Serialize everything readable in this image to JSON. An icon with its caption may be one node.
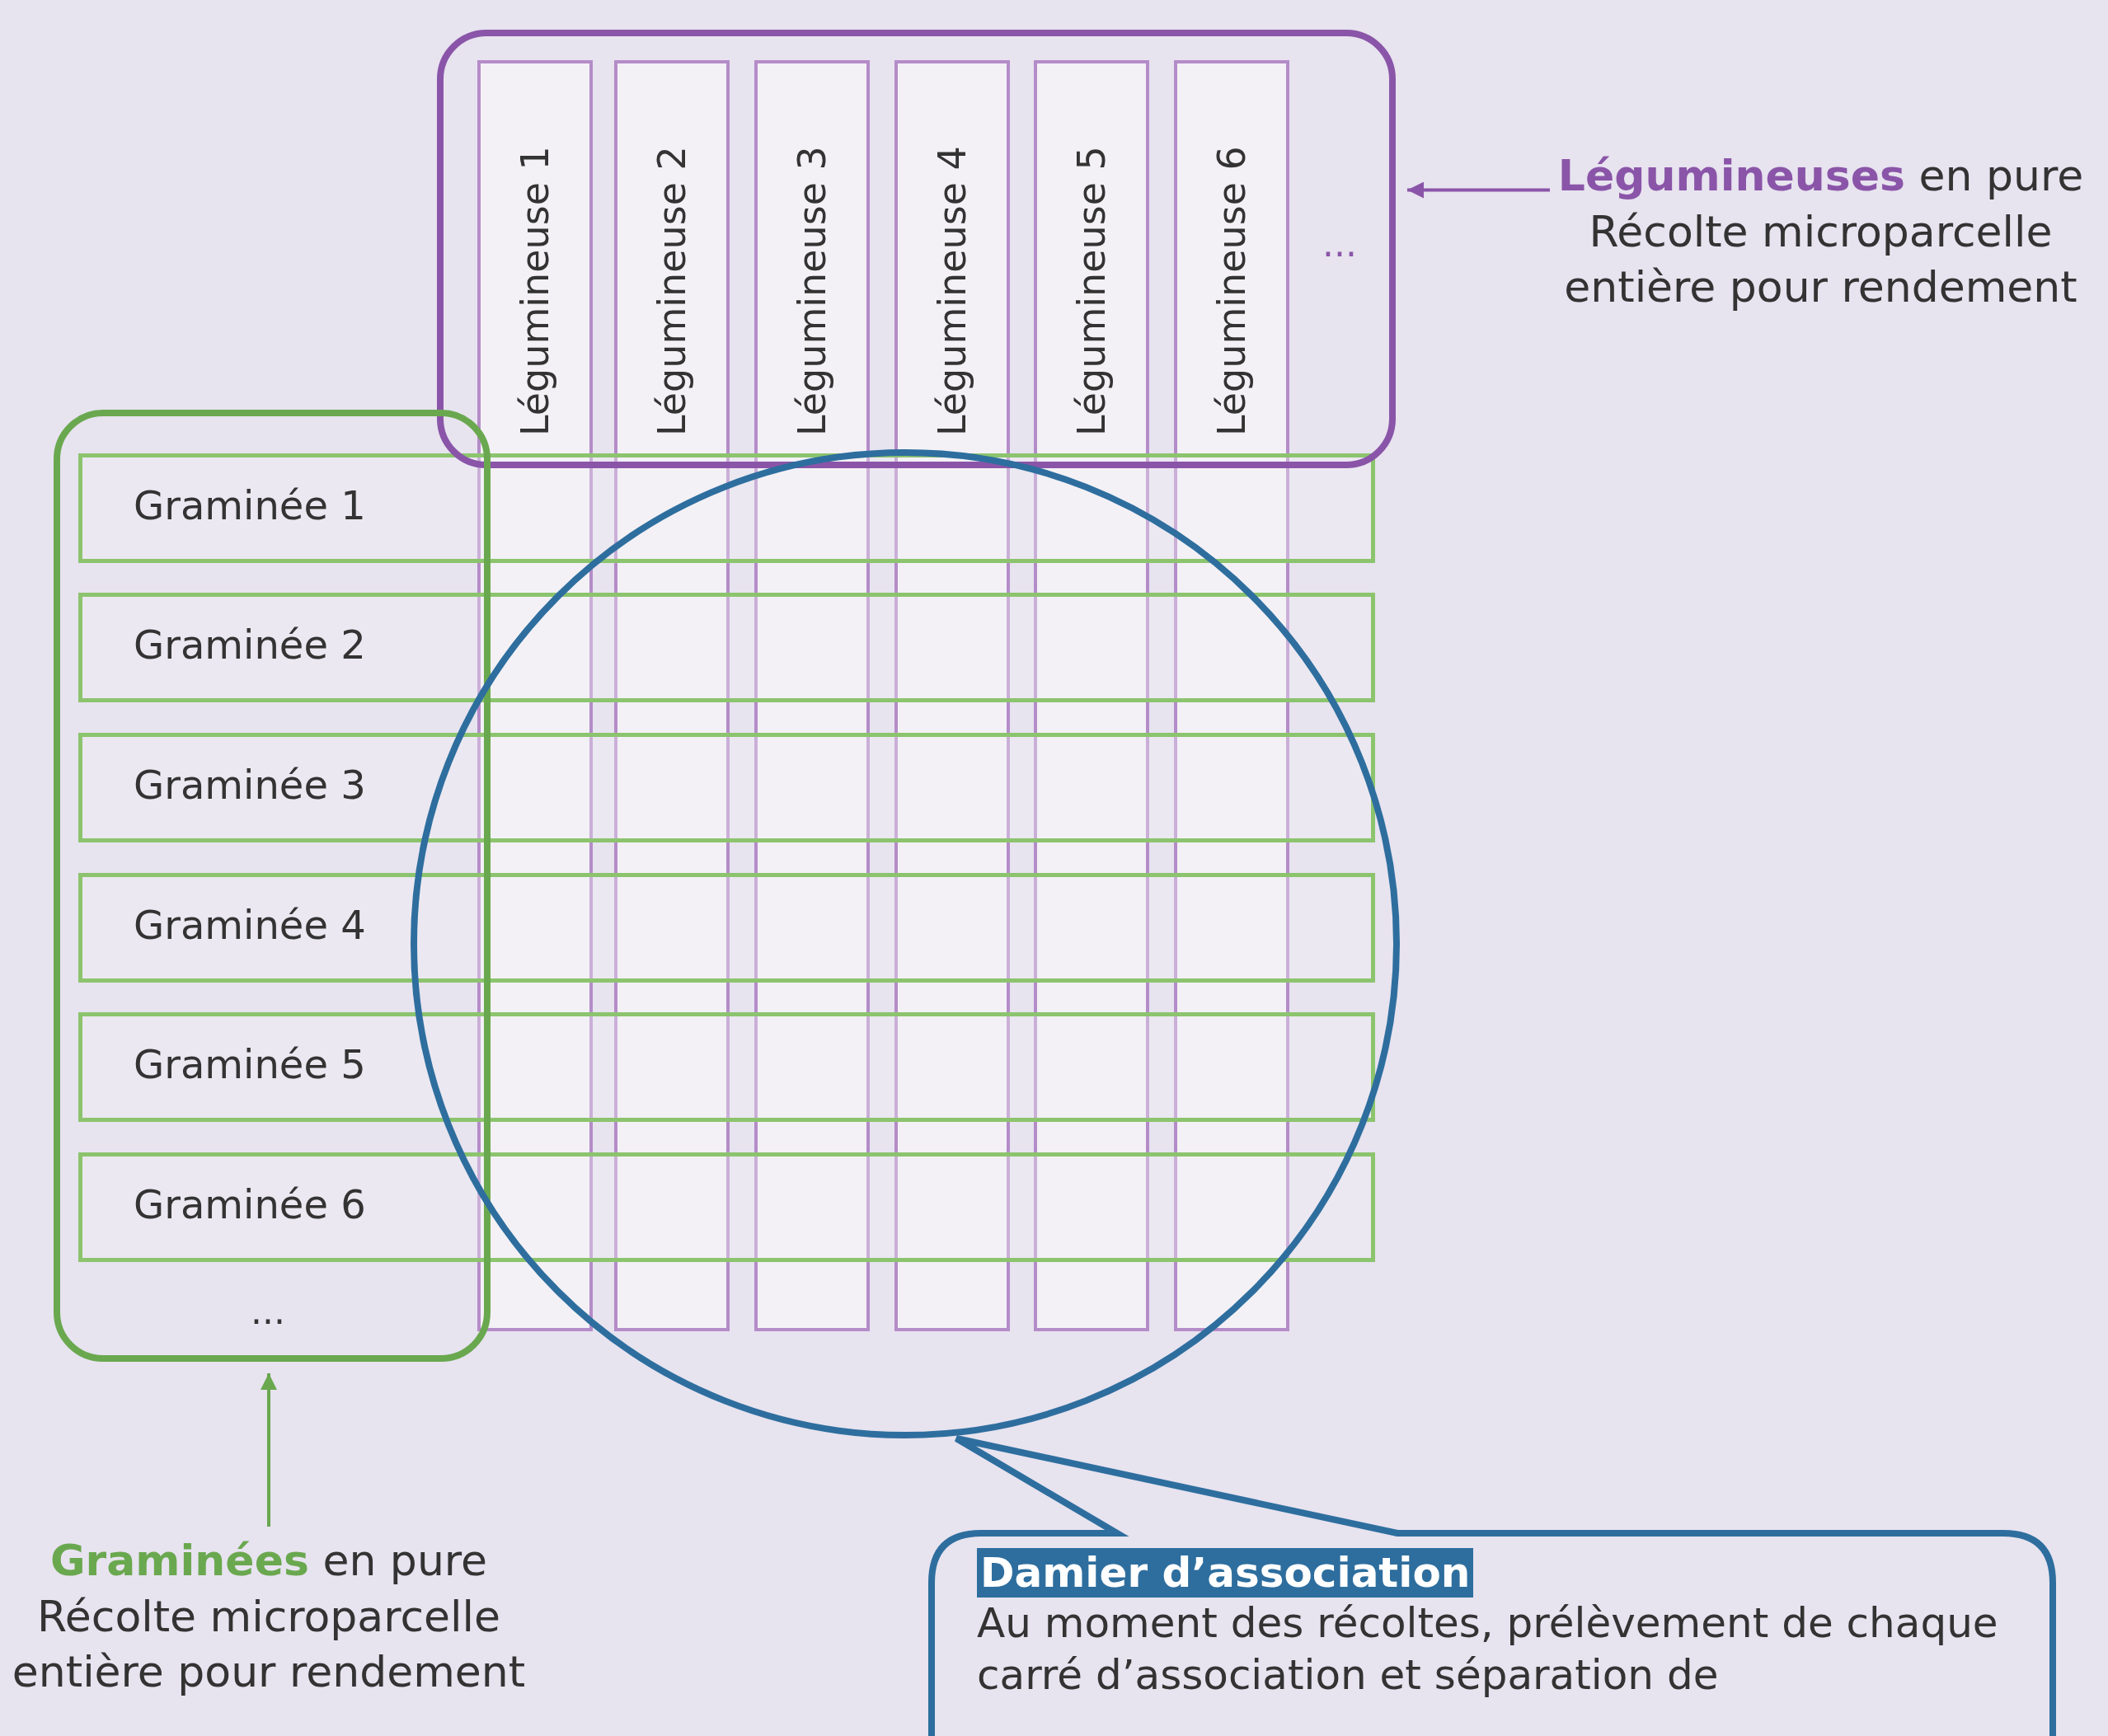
{
  "diagram": {
    "nodes": [
      {
        "text": [],
        "shape": "box"
      },
      {
        "text": [
          "Légumineuse 1"
        ]
      },
      {
        "text": [
          "Légumineuse 2"
        ]
      },
      {
        "text": [
          "Légumineuse 3"
        ]
      },
      {
        "text": [
          "Légumineuse 4"
        ]
      },
      {
        "text": [
          "Légumineuse 5"
        ]
      },
      {
        "text": [
          "Légumineuse 6"
        ]
      },
      {
        "text": [],
        "shape": "box"
      },
      {
        "text": [
          "Graminée 1"
        ]
      },
      {
        "text": [
          "Graminée 2"
        ]
      },
      {
        "text": [
          "Graminée 3"
        ]
      },
      {
        "text": [
          "Graminée 4"
        ]
      },
      {
        "text": [
          "Graminée 5"
        ]
      },
      {
        "text": [
          "Graminée 6"
        ]
      },
      {
        "text": [],
        "shape": "circle"
      },
      {
        "text": [
          "Damier d’association",
          "Au moment des récoltes, prélèvement de chaque carré d’association et séparation de"
        ]
      },
      {
        "text": [
          "**Légumineuses** en pure Récolte microparcelle entière pour rendement"
        ]
      },
      {
        "text": [
          "**Graminées** en pure Récolte microparcelle entière pour rendement"
        ]
      }
    ],
    "edges": [
      {
        "from": 16,
        "to": 0,
        "arrow": "to",
        "color": "#8a55a8"
      },
      {
        "from": 17,
        "to": 7,
        "arrow": "to",
        "color": "#6aa84f"
      }
    ],
    "labels": [
      "...",
      "..."
    ]
  }
}
